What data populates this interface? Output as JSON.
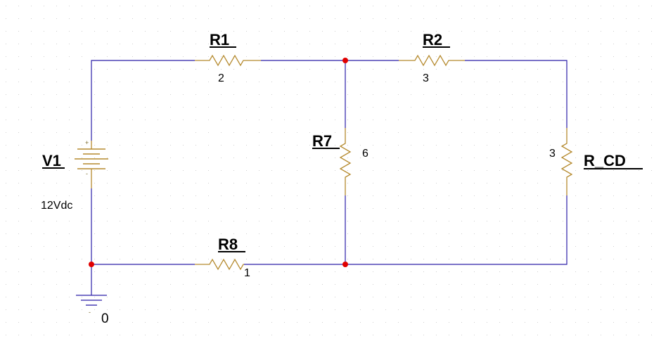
{
  "colors": {
    "wire": "#2b1ea8",
    "component": "#b58a2e",
    "node": "#e00000",
    "grid": "#c9c9c9",
    "text": "#000000"
  },
  "components": {
    "r1": {
      "ref": "R1",
      "value": "2"
    },
    "r2": {
      "ref": "R2",
      "value": "3"
    },
    "r7": {
      "ref": "R7",
      "value": "6"
    },
    "r8": {
      "ref": "R8",
      "value": "1"
    },
    "r_cd": {
      "ref": "R_CD",
      "value": "3"
    },
    "v1": {
      "ref": "V1",
      "value": "12Vdc",
      "plus": "+",
      "minus": "-"
    },
    "ground": {
      "label": "0",
      "minus": "-"
    }
  }
}
